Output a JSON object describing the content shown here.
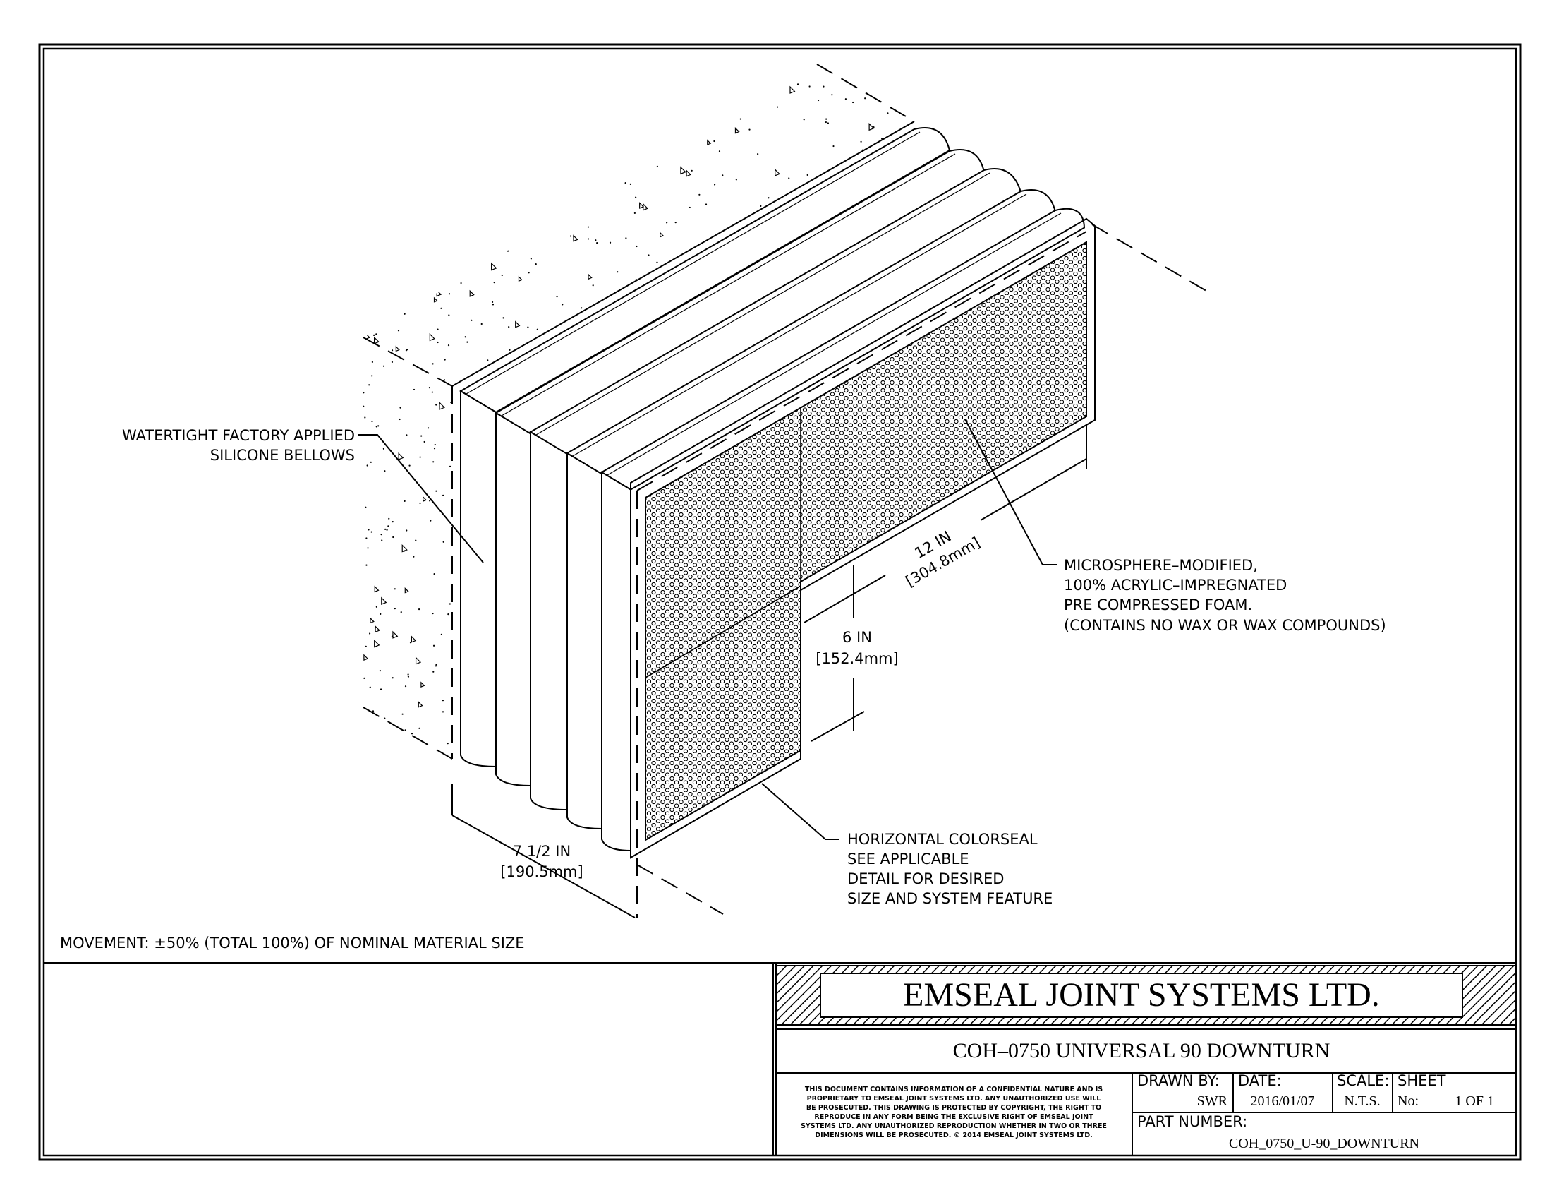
{
  "drawing": {
    "callouts": {
      "bellows": [
        "WATERTIGHT FACTORY APPLIED",
        "SILICONE BELLOWS"
      ],
      "foam": [
        "MICROSPHERE–MODIFIED,",
        "100% ACRYLIC–IMPREGNATED",
        "PRE COMPRESSED FOAM.",
        "(CONTAINS NO WAX OR WAX COMPOUNDS)"
      ],
      "colorseal": [
        "HORIZONTAL COLORSEAL",
        "SEE APPLICABLE",
        "DETAIL FOR DESIRED",
        "SIZE AND SYSTEM FEATURE"
      ]
    },
    "dimensions": {
      "length": [
        "12 IN",
        "[304.8mm]"
      ],
      "height": [
        "6 IN",
        "[152.4mm]"
      ],
      "width": [
        "7 1/2 IN",
        "[190.5mm]"
      ]
    },
    "movement_note": "MOVEMENT: ±50% (TOTAL 100%) OF NOMINAL MATERIAL SIZE"
  },
  "title_block": {
    "company": "EMSEAL JOINT SYSTEMS LTD.",
    "title": "COH–0750 UNIVERSAL 90 DOWNTURN",
    "disclaimer": [
      "THIS DOCUMENT CONTAINS INFORMATION OF A CONFIDENTIAL NATURE AND IS",
      "PROPRIETARY TO EMSEAL JOINT SYSTEMS LTD. ANY UNAUTHORIZED USE WILL",
      "BE PROSECUTED. THIS DRAWING IS PROTECTED BY COPYRIGHT, THE RIGHT TO",
      "REPRODUCE IN ANY FORM BEING THE EXCLUSIVE RIGHT OF EMSEAL JOINT",
      "SYSTEMS LTD. ANY UNAUTHORIZED REPRODUCTION WHETHER IN TWO OR THREE",
      "DIMENSIONS WILL BE PROSECUTED. © 2014 EMSEAL JOINT SYSTEMS LTD."
    ],
    "drawn_by_label": "DRAWN BY:",
    "drawn_by": "SWR",
    "date_label": "DATE:",
    "date": "2016/01/07",
    "scale_label": "SCALE:",
    "scale": "N.T.S.",
    "sheet_label": "SHEET",
    "sheet_no_label": "No:",
    "sheet": "1 OF 1",
    "part_number_label": "PART NUMBER:",
    "part_number": "COH_0750_U-90_DOWNTURN"
  }
}
